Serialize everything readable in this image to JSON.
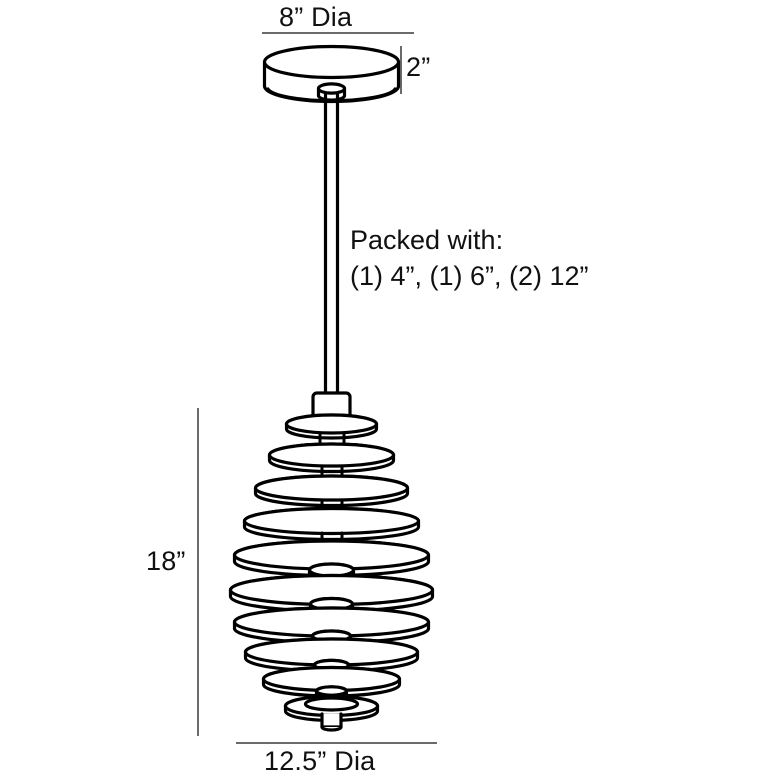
{
  "document": {
    "type": "product-dimension-drawing",
    "subject": "spiral coil pendant light fixture"
  },
  "dimensions": {
    "canopy_diameter": "8” Dia",
    "canopy_height": "2”",
    "shade_height": "18”",
    "shade_diameter": "12.5” Dia"
  },
  "packed_note": {
    "heading": "Packed with:",
    "contents": "(1) 4”, (1) 6”, (2) 12”"
  },
  "colors": {
    "line": "#000000",
    "leader": "#6a6a6a",
    "text": "#111111",
    "background": "#ffffff"
  }
}
